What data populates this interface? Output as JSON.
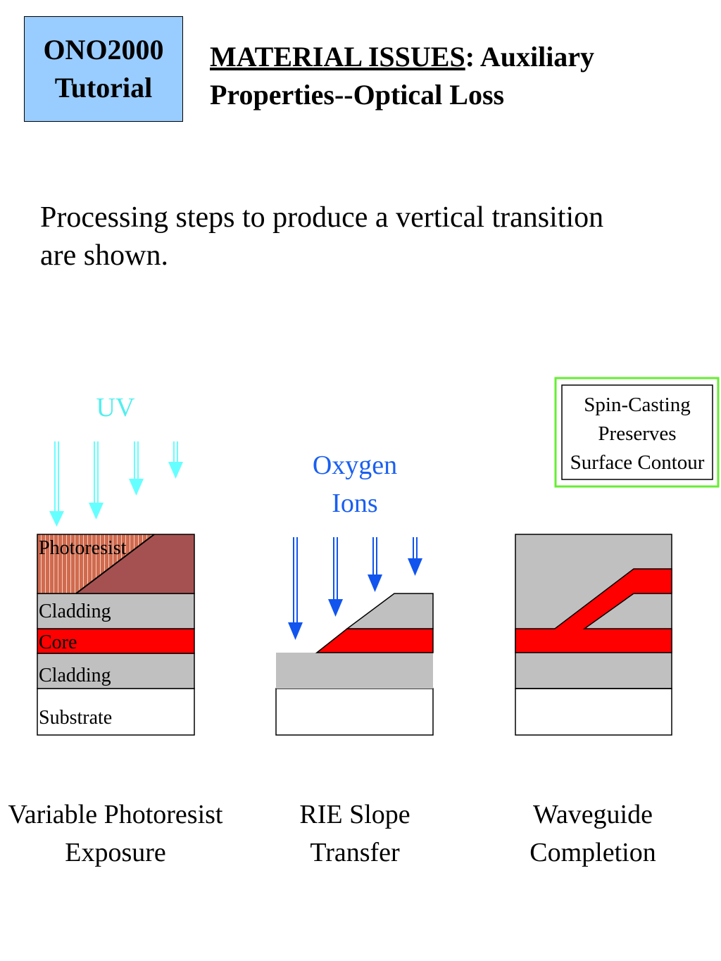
{
  "badge": {
    "line1": "ONO2000",
    "line2": "Tutorial"
  },
  "title": {
    "underlined": "MATERIAL ISSUES",
    "rest1": ":  Auxiliary",
    "line2": "Properties--Optical Loss"
  },
  "body": {
    "line1": "Processing steps to produce a vertical transition",
    "line2": "are shown."
  },
  "step1": {
    "uv_label": "UV",
    "layers": {
      "photoresist": "Photoresist",
      "cladding_top": "Cladding",
      "core": "Core",
      "cladding_bottom": "Cladding",
      "substrate": "Substrate"
    },
    "caption": {
      "line1": "Variable Photoresist",
      "line2": "Exposure"
    }
  },
  "step2": {
    "ion_label": {
      "line1": "Oxygen",
      "line2": "Ions"
    },
    "caption": {
      "line1": "RIE Slope",
      "line2": "Transfer"
    }
  },
  "step3": {
    "note": {
      "line1": "Spin-Casting",
      "line2": "Preserves",
      "line3": "Surface Contour"
    },
    "caption": {
      "line1": "Waveguide",
      "line2": "Completion"
    }
  },
  "colors": {
    "badge_fill": "#99ccff",
    "uv_arrow": "#66ffff",
    "uv_text": "#55eeee",
    "ion_arrow": "#1155ee",
    "ion_text": "#1a5ff0",
    "photoresist": "#a65151",
    "photoresist_exposed": "#d06a4f",
    "cladding": "#c0c0c0",
    "core": "#ff0000",
    "note_border": "#66ee33"
  }
}
